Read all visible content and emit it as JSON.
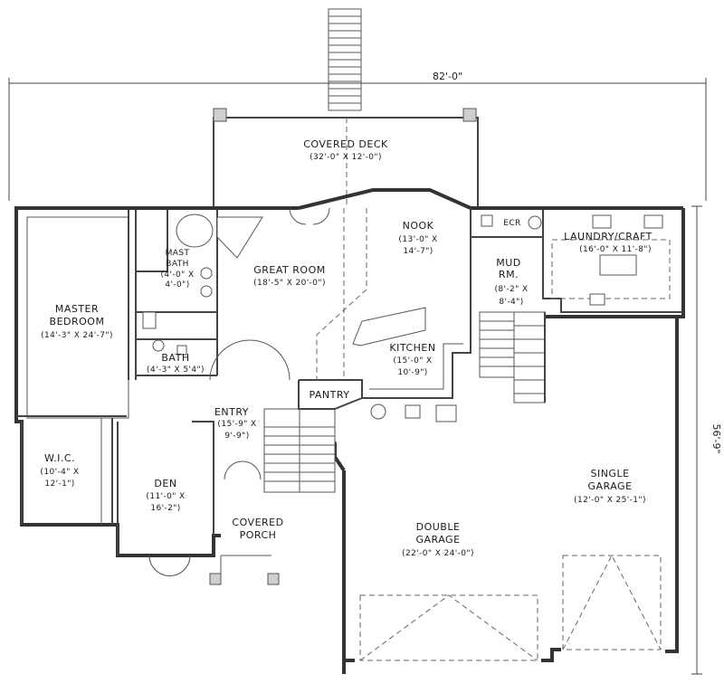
{
  "dimensions": {
    "overall_width": "82'-0\"",
    "overall_depth": "56'-9\""
  },
  "rooms": {
    "covered_deck": {
      "name": "COVERED DECK",
      "size": "(32'-0\" X 12'-0\")"
    },
    "nook": {
      "name": "NOOK",
      "size_line1": "(13'-0\" X",
      "size_line2": "14'-7\")"
    },
    "ecr": {
      "name": "ECR"
    },
    "laundry": {
      "name": "LAUNDRY/CRAFT",
      "size": "(16'-0\" X 11'-8\")"
    },
    "mud_rm": {
      "name_line1": "MUD",
      "name_line2": "RM.",
      "size_line1": "(8'-2\" X",
      "size_line2": "8'-4\")"
    },
    "great_room": {
      "name": "GREAT ROOM",
      "size": "(18'-5\" X 20'-0\")"
    },
    "mast_bath": {
      "name_line1": "MAST",
      "name_line2": "BATH",
      "size_line1": "(4'-0\" X",
      "size_line2": "4'-0\")"
    },
    "master_bedroom": {
      "name_line1": "MASTER",
      "name_line2": "BEDROOM",
      "size": "(14'-3\" X 24'-7\")"
    },
    "bath": {
      "name": "BATH",
      "size": "(4'-3\" X 5'4\")"
    },
    "kitchen": {
      "name": "KITCHEN",
      "size_line1": "(15'-0\" X",
      "size_line2": "10'-9\")"
    },
    "pantry": {
      "name": "PANTRY"
    },
    "entry": {
      "name": "ENTRY",
      "size_line1": "(15'-9\" X",
      "size_line2": "9'-9\")"
    },
    "wic": {
      "name": "W.I.C.",
      "size_line1": "(10'-4\" X",
      "size_line2": "12'-1\")"
    },
    "den": {
      "name": "DEN",
      "size_line1": "(11'-0\" X",
      "size_line2": "16'-2\")"
    },
    "covered_porch": {
      "name_line1": "COVERED",
      "name_line2": "PORCH"
    },
    "single_garage": {
      "name_line1": "SINGLE",
      "name_line2": "GARAGE",
      "size": "(12'-0\" X 25'-1\")"
    },
    "double_garage": {
      "name_line1": "DOUBLE",
      "name_line2": "GARAGE",
      "size": "(22'-0\" X 24'-0\")"
    }
  }
}
